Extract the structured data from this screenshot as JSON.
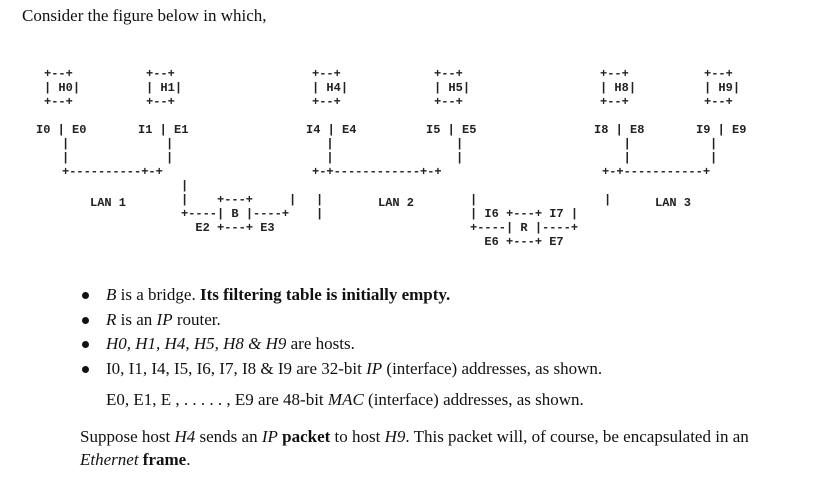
{
  "intro": "Consider the figure below in which,",
  "diagram": {
    "hosts": [
      {
        "label": "H0",
        "ip": "I0",
        "mac": "E0"
      },
      {
        "label": "H1",
        "ip": "I1",
        "mac": "E1"
      },
      {
        "label": "H4",
        "ip": "I4",
        "mac": "E4"
      },
      {
        "label": "H5",
        "ip": "I5",
        "mac": "E5"
      },
      {
        "label": "H8",
        "ip": "I8",
        "mac": "E8"
      },
      {
        "label": "H9",
        "ip": "I9",
        "mac": "E9"
      }
    ],
    "lans": [
      "LAN 1",
      "LAN 2",
      "LAN 3"
    ],
    "bridge": {
      "label": "B",
      "left_mac": "E2",
      "right_mac": "E3"
    },
    "router": {
      "label": "R",
      "left_ip": "I6",
      "right_ip": "I7",
      "left_mac": "E6",
      "right_mac": "E7"
    }
  },
  "bullets": {
    "b1": {
      "a": "B",
      "b": " is a bridge. ",
      "c": "Its filtering table is initially empty."
    },
    "b2": {
      "a": "R",
      "b": " is an ",
      "c": "IP",
      "d": " router."
    },
    "b3": {
      "a": "H0, H1, H4, H5, H8 & H9",
      "b": " are hosts."
    },
    "b4": {
      "a": "I0, I1, I4, I5, I6, I7, I8 & I9 are 32-bit ",
      "b": "IP",
      "c": " (interface) addresses, as shown."
    }
  },
  "mac_line": {
    "a": "E0, E1, E , . . . . . , E9 are 48-bit ",
    "b": "MAC",
    "c": " (interface) addresses, as shown."
  },
  "question": {
    "a": "Suppose host ",
    "b": "H4",
    "c": " sends an ",
    "d": "IP",
    "e": " ",
    "f": "packet",
    "g": " to host ",
    "h": "H9",
    "i": ". This packet will, of course, be encapsulated in an ",
    "j": "Ethernet",
    "k": " ",
    "l": "frame",
    "m": "."
  }
}
